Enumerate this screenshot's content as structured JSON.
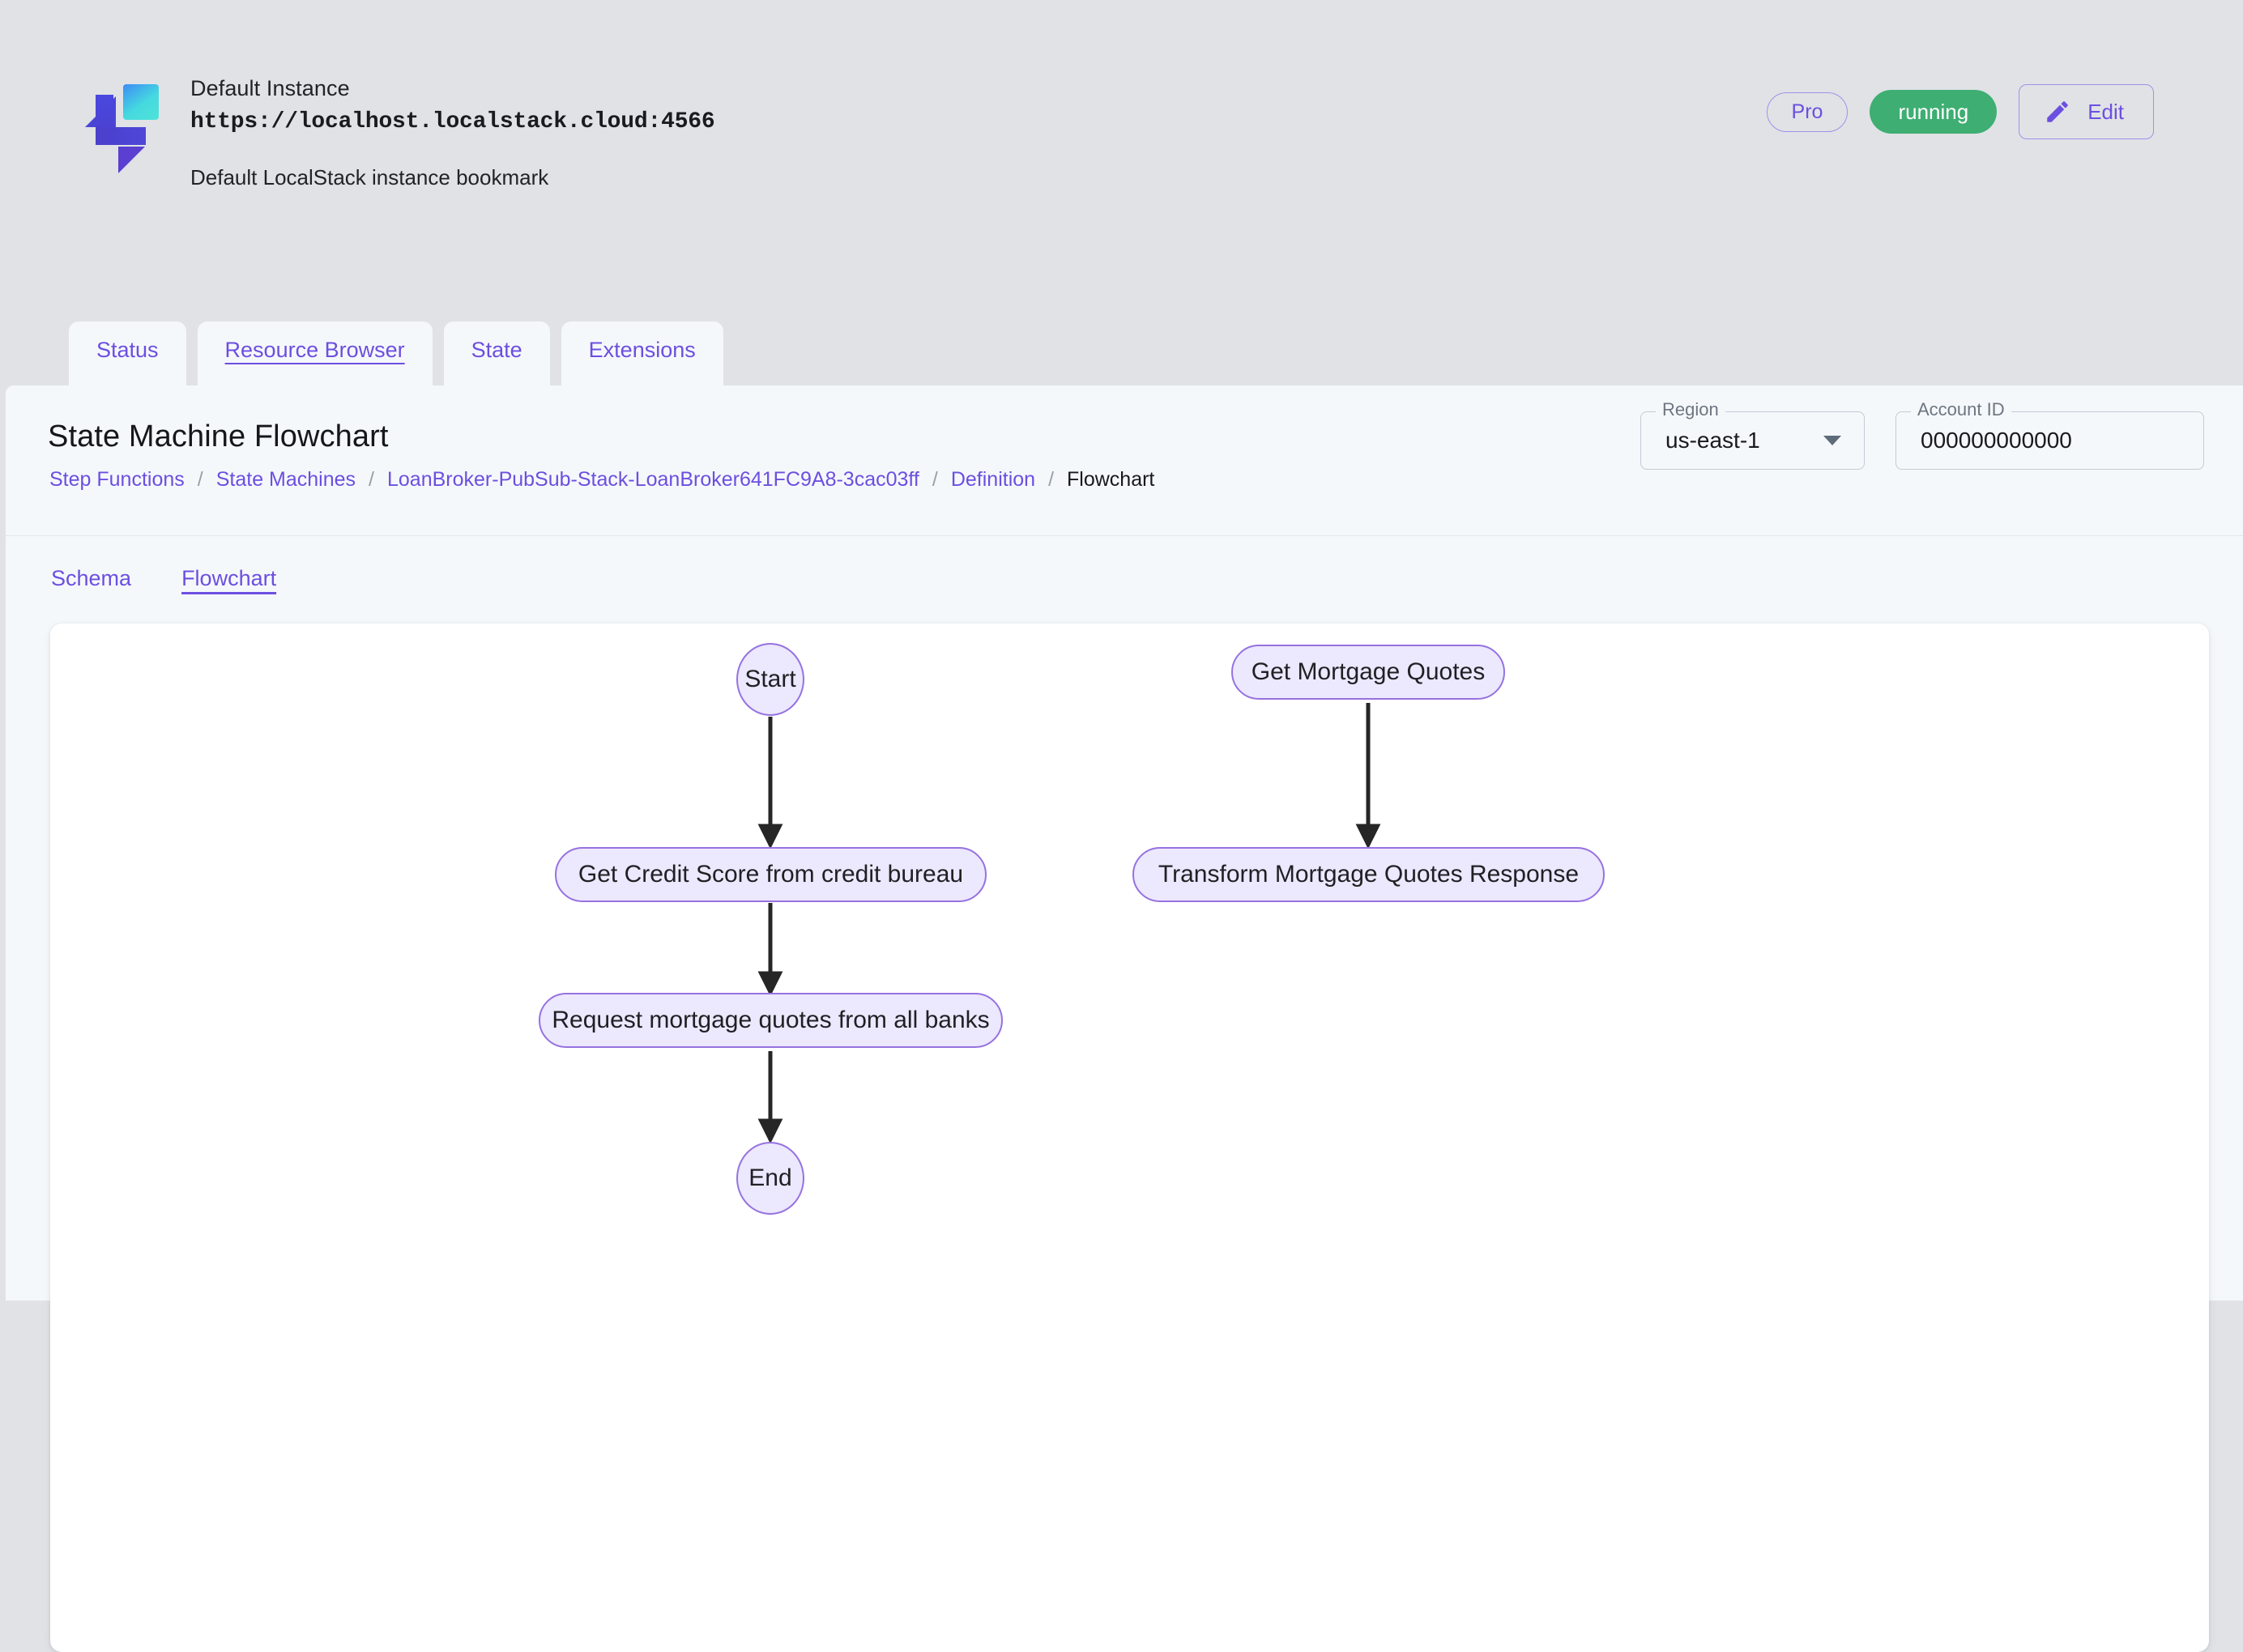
{
  "instance": {
    "name": "Default Instance",
    "url": "https://localhost.localstack.cloud:4566",
    "description": "Default LocalStack instance bookmark",
    "logo_icon": "localstack-logo-icon",
    "pro_badge": "Pro",
    "status": "running",
    "status_color": "#3EAE72",
    "edit_label": "Edit",
    "edit_icon": "pencil-icon"
  },
  "main_tabs": [
    {
      "label": "Status",
      "active": false
    },
    {
      "label": "Resource Browser",
      "active": true
    },
    {
      "label": "State",
      "active": false
    },
    {
      "label": "Extensions",
      "active": false
    }
  ],
  "page": {
    "title": "State Machine Flowchart",
    "breadcrumb": [
      {
        "label": "Step Functions",
        "current": false
      },
      {
        "label": "State Machines",
        "current": false
      },
      {
        "label": "LoanBroker-PubSub-Stack-LoanBroker641FC9A8-3cac03ff",
        "current": false
      },
      {
        "label": "Definition",
        "current": false
      },
      {
        "label": "Flowchart",
        "current": true
      }
    ],
    "breadcrumb_separator": "/"
  },
  "selectors": {
    "region": {
      "label": "Region",
      "value": "us-east-1",
      "caret_icon": "chevron-down-icon"
    },
    "account": {
      "label": "Account ID",
      "value": "000000000000"
    }
  },
  "sub_tabs": [
    {
      "label": "Schema",
      "active": false
    },
    {
      "label": "Flowchart",
      "active": true
    }
  ],
  "flowchart": {
    "node_fill": "#ECE8FD",
    "node_border": "#9672E0",
    "edge_color": "#262626",
    "nodes": [
      {
        "id": "start",
        "label": "Start",
        "shape": "circle"
      },
      {
        "id": "get-credit-score",
        "label": "Get Credit Score from credit bureau",
        "shape": "stadium"
      },
      {
        "id": "request-mortgage-quotes",
        "label": "Request mortgage quotes from all banks",
        "shape": "stadium"
      },
      {
        "id": "end",
        "label": "End",
        "shape": "circle"
      },
      {
        "id": "get-mortgage-quotes",
        "label": "Get Mortgage Quotes",
        "shape": "stadium"
      },
      {
        "id": "transform-mortgage-quotes-response",
        "label": "Transform Mortgage Quotes Response",
        "shape": "stadium"
      }
    ],
    "edges": [
      {
        "from": "start",
        "to": "get-credit-score"
      },
      {
        "from": "get-credit-score",
        "to": "request-mortgage-quotes"
      },
      {
        "from": "request-mortgage-quotes",
        "to": "end"
      },
      {
        "from": "get-mortgage-quotes",
        "to": "transform-mortgage-quotes-response"
      }
    ]
  }
}
